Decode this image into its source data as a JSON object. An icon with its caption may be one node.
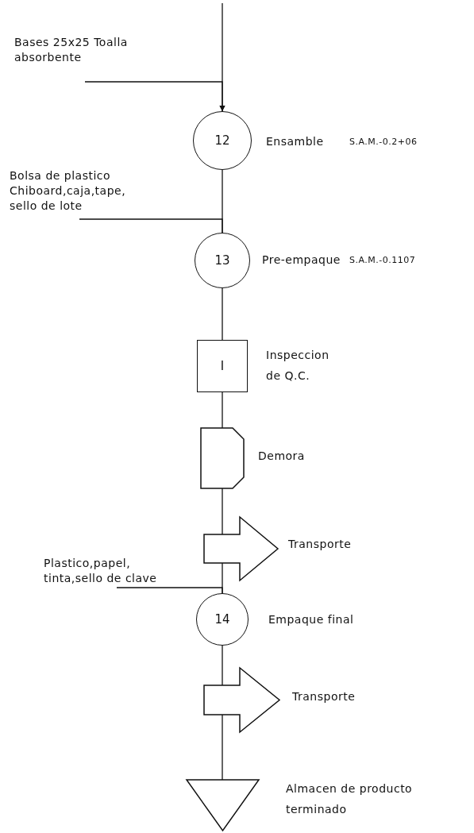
{
  "diagram": {
    "nodes": [
      {
        "text": [
          "Bases 25x25 Toalla absorbente"
        ]
      },
      {
        "text": [
          "12"
        ],
        "beside": [
          "Ensamble",
          "S.A.M.-0.2+06"
        ]
      },
      {
        "text": [
          "Bolsa de plastico Chiboard,caja,tape, sello de lote"
        ]
      },
      {
        "text": [
          "13"
        ],
        "beside": [
          "Pre-empaque",
          "S.A.M.-0.1107"
        ]
      },
      {
        "text": [
          "I"
        ],
        "beside": [
          "Inspeccion de Q.C."
        ]
      },
      {
        "text": [],
        "shape": "delay",
        "beside": [
          "Demora"
        ]
      },
      {
        "text": [],
        "shape": "arrow",
        "beside": [
          "Transporte"
        ]
      },
      {
        "text": [
          "Plastico,papel, tinta,sello de clave"
        ]
      },
      {
        "text": [
          "14"
        ],
        "beside": [
          "Empaque final"
        ]
      },
      {
        "text": [],
        "shape": "arrow",
        "beside": [
          "Transporte"
        ]
      },
      {
        "text": [],
        "shape": "triangle",
        "beside": [
          "Almacen de producto terminado"
        ]
      }
    ],
    "edges": [
      {
        "from": null,
        "to": 1,
        "arrow": "to"
      },
      {
        "from": 0,
        "to": 1,
        "arrow": "to"
      },
      {
        "from": 1,
        "to": 3,
        "arrow": "none"
      },
      {
        "from": 2,
        "to": 3,
        "arrow": "none"
      },
      {
        "from": 3,
        "to": 4,
        "arrow": "none"
      },
      {
        "from": 4,
        "to": 5,
        "arrow": "none"
      },
      {
        "from": 5,
        "to": 6,
        "arrow": "none"
      },
      {
        "from": 6,
        "to": 8,
        "arrow": "none"
      },
      {
        "from": 7,
        "to": 8,
        "arrow": "none"
      },
      {
        "from": 8,
        "to": 9,
        "arrow": "none"
      },
      {
        "from": 9,
        "to": 10,
        "arrow": "none"
      }
    ]
  }
}
